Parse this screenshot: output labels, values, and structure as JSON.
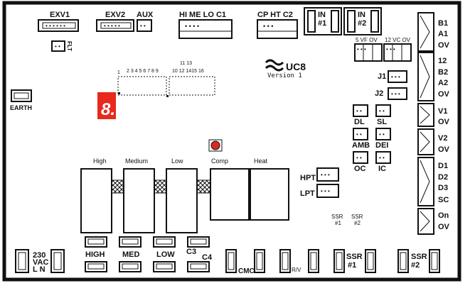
{
  "board": {
    "title": "UC8",
    "version": "Version 1",
    "display_digit": "8."
  },
  "top_connectors": {
    "exv1": "EXV1",
    "exv2": "EXV2",
    "aux": "AUX",
    "flt": "FLT",
    "fan_group": "HI ME LO C1",
    "cp_group": "CP HT C2",
    "in1_a": "IN",
    "in1_b": "#1",
    "in2_a": "IN",
    "in2_b": "#2"
  },
  "small_connectors": {
    "five_vf_ov": "5  VF OV",
    "twelve_vc_ov": "12 VC OV",
    "j1": "J1",
    "j2": "J2",
    "dl": "DL",
    "sl": "SL",
    "amb": "AMB",
    "dei": "DEI",
    "oc": "OC",
    "ic": "IC",
    "hpt": "HPT",
    "lpt": "LPT",
    "ssr1_a": "SSR",
    "ssr1_b": "#1",
    "ssr2_a": "SSR",
    "ssr2_b": "#2"
  },
  "dip_labels": {
    "top": "11 13",
    "row_a": "1",
    "row_b": "2 3 4 5 6 7 8 9",
    "row_c": "10  12  1415 16"
  },
  "earth": "EARTH",
  "relays": {
    "high": "High",
    "medium": "Medium",
    "low": "Low",
    "comp": "Comp",
    "heat": "Heat"
  },
  "right_terminals": [
    "B1",
    "A1",
    "OV",
    "12",
    "B2",
    "A2",
    "OV",
    "V1",
    "OV",
    "V2",
    "OV",
    "D1",
    "D2",
    "D3",
    "SC",
    "On",
    "OV"
  ],
  "bottom_labels": {
    "vac_230": "230",
    "vac": "VAC",
    "ln": "L  N",
    "high": "HIGH",
    "med": "MED",
    "low": "LOW",
    "c3": "C3",
    "c4": "C4",
    "cmc": "CMC",
    "rv": "R/V",
    "ssr1_a": "SSR",
    "ssr1_b": "#1",
    "ssr2_a": "SSR",
    "ssr2_b": "#2"
  },
  "colors": {
    "outline": "#111111",
    "display_red": "#e8291c",
    "button_red": "#d62c22"
  }
}
